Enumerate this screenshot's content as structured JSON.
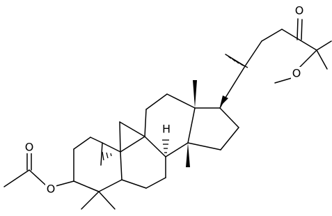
{
  "molecule": {
    "atom_labels": {
      "ketone_o": "O",
      "methoxy_o": "O",
      "ester_o": "O",
      "carbonyl_o": "O",
      "stereo_h": "H"
    }
  }
}
